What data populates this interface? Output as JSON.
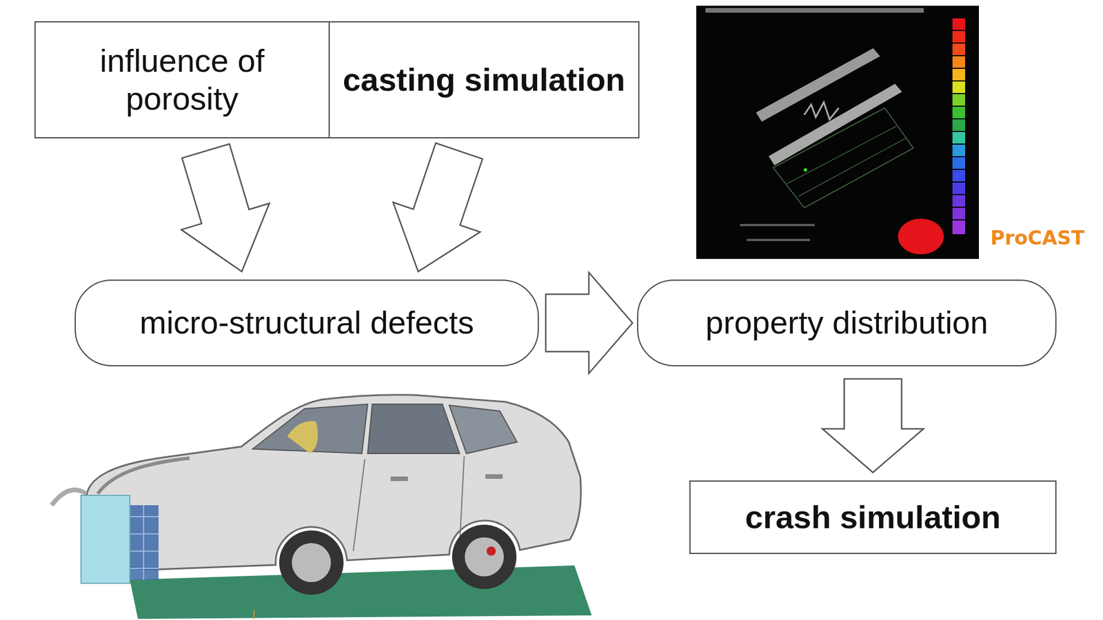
{
  "diagram": {
    "nodes": [
      {
        "text": [
          "influence of porosity"
        ]
      },
      {
        "text": [
          "casting simulation"
        ]
      },
      {
        "text": [
          "micro-structural defects"
        ]
      },
      {
        "text": [
          "property distribution"
        ]
      },
      {
        "text": [
          "crash simulation"
        ]
      }
    ],
    "edges": [
      {
        "from": 0,
        "to": 2,
        "arrow": "to"
      },
      {
        "from": 1,
        "to": 2,
        "arrow": "to"
      },
      {
        "from": 2,
        "to": 3,
        "arrow": "to"
      },
      {
        "from": 3,
        "to": 4,
        "arrow": "to"
      }
    ],
    "labels": [
      "ProCAST"
    ]
  }
}
